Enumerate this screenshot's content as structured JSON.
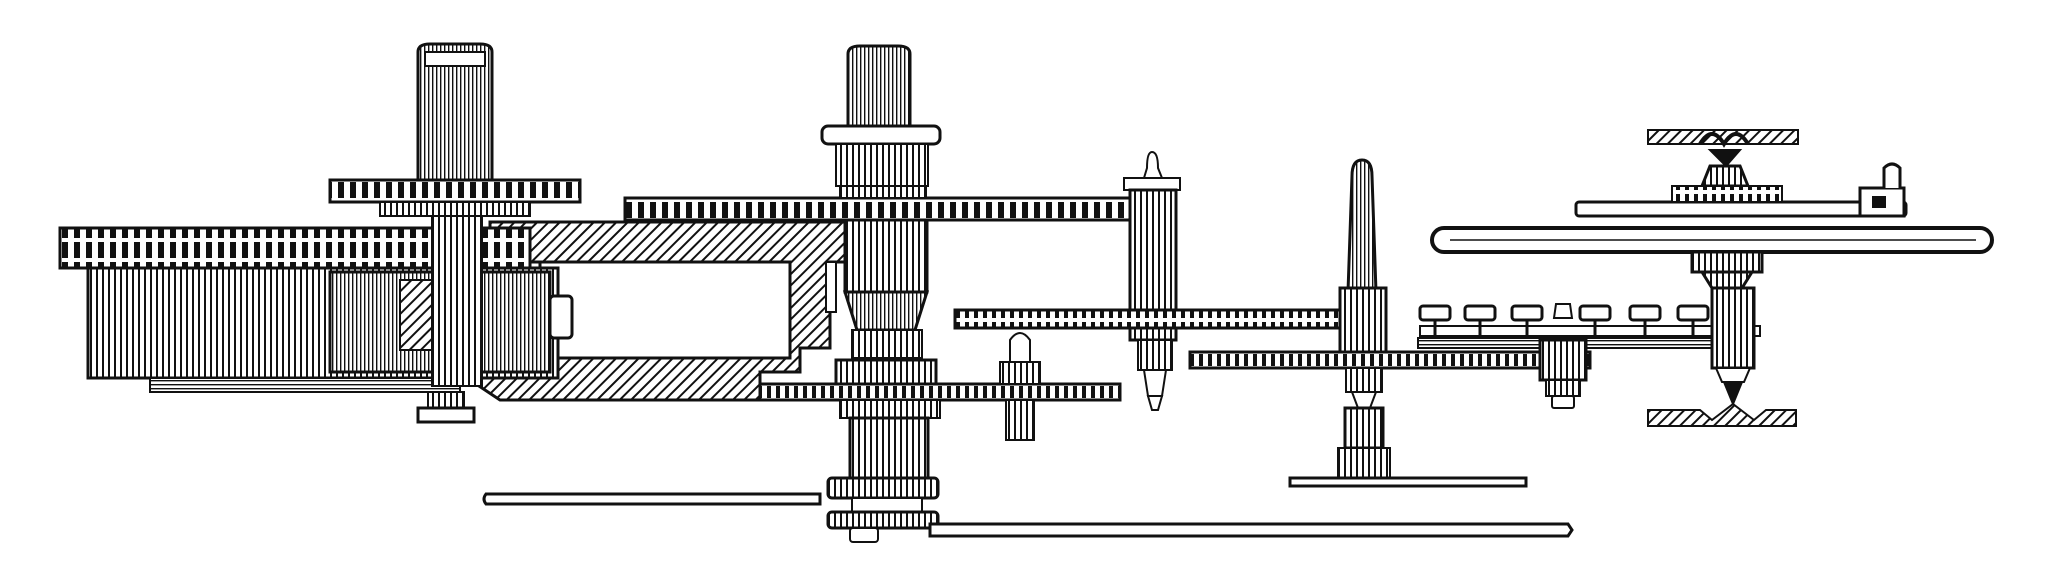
{
  "diagram": {
    "subject": "watch-gear-train-cross-section",
    "colors": {
      "ink": "#111111",
      "paper": "#ffffff"
    },
    "parts": [
      "barrel",
      "barrel-arbor",
      "center-wheel",
      "cannon-pinion",
      "motion-wheel",
      "third-wheel",
      "fourth-wheel",
      "escape-wheel",
      "balance-wheel",
      "pallet-fork",
      "minute-hand",
      "hour-hand",
      "seconds-hand",
      "frame-plate",
      "top-jewel",
      "bottom-jewel"
    ]
  }
}
